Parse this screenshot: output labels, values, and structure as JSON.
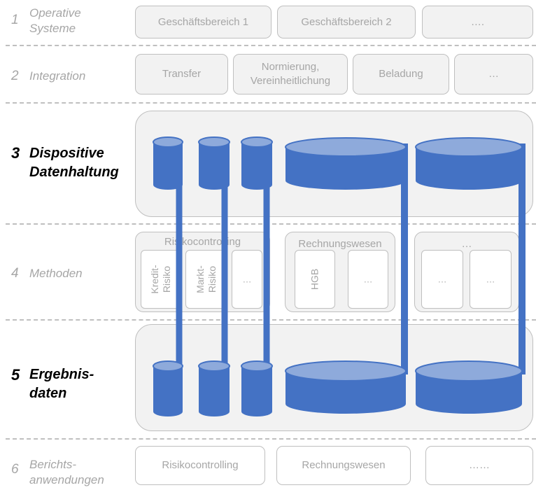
{
  "rows": [
    {
      "num": "1",
      "label": "Operative Systeme",
      "highlight": false
    },
    {
      "num": "2",
      "label": "Integration",
      "highlight": false
    },
    {
      "num": "3",
      "label": "Dispositive Datenhaltung",
      "highlight": true
    },
    {
      "num": "4",
      "label": "Methoden",
      "highlight": false
    },
    {
      "num": "5",
      "label": "Ergebnis- daten",
      "highlight": true
    },
    {
      "num": "6",
      "label": "Berichts- anwendungen",
      "highlight": false
    }
  ],
  "operative": [
    "Geschäftsbereich 1",
    "Geschäftsbereich 2",
    "…."
  ],
  "integration": [
    "Transfer",
    "Normierung, Vereinheitlichung",
    "Beladung",
    "…"
  ],
  "methoden": {
    "risikocontrolling": {
      "title": "Risikocontrolling",
      "items": [
        "Kredit- Risiko",
        "Markt- Risiko",
        "…"
      ]
    },
    "rechnungswesen": {
      "title": "Rechnungswesen",
      "items": [
        "HGB",
        "…"
      ]
    },
    "weitere": {
      "title": "…",
      "items": [
        "…",
        "…"
      ]
    }
  },
  "berichte": [
    "Risikocontrolling",
    "Rechnungswesen",
    "……"
  ],
  "colors": {
    "cylinder": "#4472c4",
    "cylinder_top": "#8eaadb",
    "border": "#bfbfbf",
    "panel": "#f2f2f2",
    "muted_text": "#a6a6a6"
  }
}
